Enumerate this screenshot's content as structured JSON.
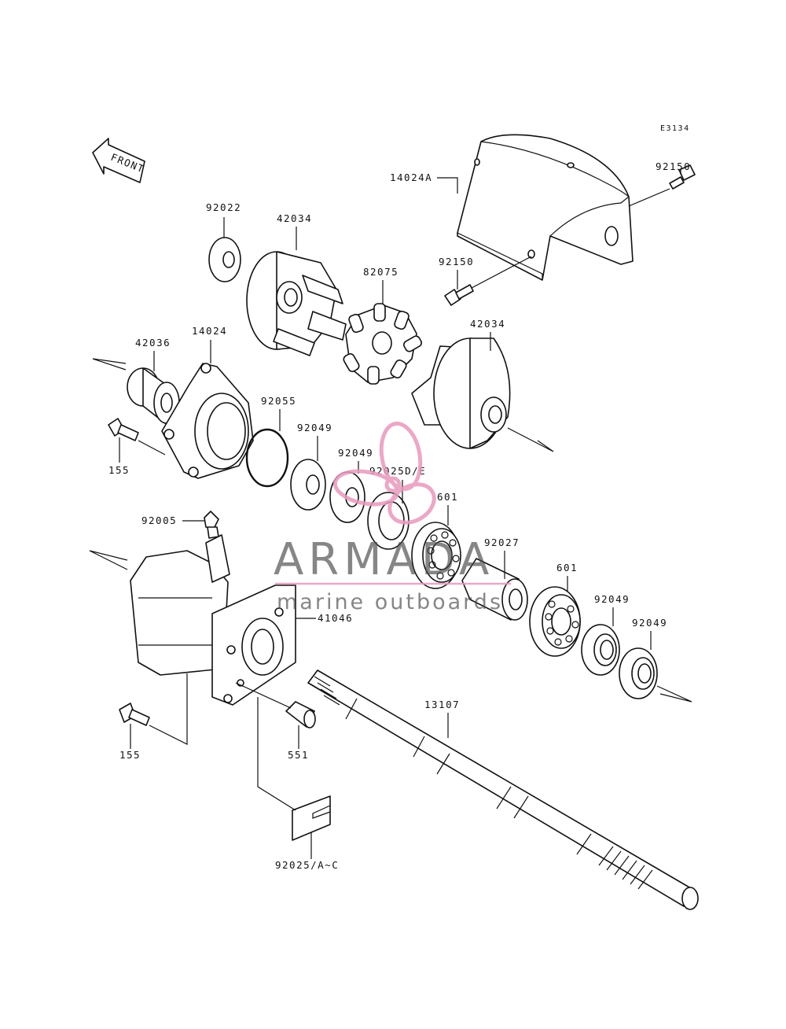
{
  "diagram_code": "E3134",
  "front_label": "FRONT",
  "watermark": {
    "brand": "ARMADA",
    "tagline": "marine outboards",
    "accent_color": "#e89abd"
  },
  "part_labels": {
    "p92022": "92022",
    "p42034_a": "42034",
    "p14024a": "14024A",
    "p92150_a": "92150",
    "p92150_b": "92150",
    "p82075": "82075",
    "p42034_b": "42034",
    "p42036": "42036",
    "p14024": "14024",
    "p155_a": "155",
    "p92055": "92055",
    "p92049_a": "92049",
    "p92049_b": "92049",
    "p92025de": "92025D/E",
    "p601_a": "601",
    "p92005": "92005",
    "p92027": "92027",
    "p601_b": "601",
    "p92049_c": "92049",
    "p92049_d": "92049",
    "p41046": "41046",
    "p13107": "13107",
    "p155_b": "155",
    "p551": "551",
    "p92025ac": "92025/A~C"
  }
}
